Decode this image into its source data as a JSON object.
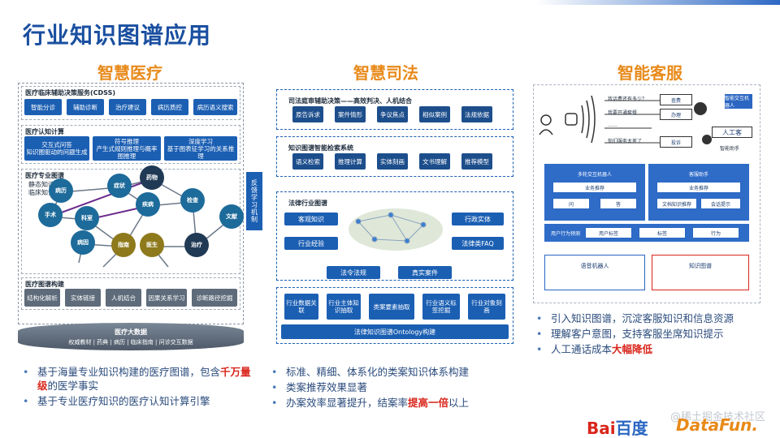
{
  "page": {
    "title": "行业知识图谱应用"
  },
  "sections": {
    "medical": {
      "title": "智慧医疗",
      "cdss": {
        "title": "医疗临床辅助决策服务(CDSS)",
        "items": [
          "智能分诊",
          "辅助诊断",
          "治疗建议",
          "病历质控",
          "病历语义搜索"
        ]
      },
      "cognitive": {
        "title": "医疗认知计算",
        "items": [
          "交互式问答\n知识图驱动的问题生成",
          "符号推理\n产生式规则推理与概率图推理",
          "深度学习\n基于图表征学习的关系推理"
        ]
      },
      "graph": {
        "title": "医疗专业图谱",
        "legend": [
          "静态知识",
          "临床知识"
        ],
        "nodes": [
          "病历",
          "症状",
          "药物",
          "疾病",
          "检查",
          "手术",
          "科室",
          "指南",
          "病因",
          "治疗",
          "医生",
          "文献"
        ]
      },
      "build": {
        "title": "医疗图谱构建",
        "items": [
          "结构化解析",
          "实体链接",
          "人机结合",
          "因果关系学习",
          "诊断路径挖掘"
        ]
      },
      "bigdata": {
        "title": "医疗大数据",
        "subtitle": "权威教材 | 药典 | 病历 | 临床指南 | 问诊交互数据"
      },
      "feedback": "反馈学习机制",
      "bullets": [
        "基于海量专业知识构建的医疗图谱，包含",
        "千万量级",
        "的医学事实",
        "基于专业医疗知识的医疗认知计算引擎"
      ]
    },
    "judicial": {
      "title": "智慧司法",
      "trial": {
        "title": "司法庭审辅助决策——高效判决、人机结合",
        "items": [
          "原告诉求",
          "案件情形",
          "争议焦点",
          "相似案例",
          "法规依据"
        ]
      },
      "search": {
        "title": "知识图谱智能检索系统",
        "items": [
          "语义检索",
          "推理计算",
          "实体刻画",
          "文书理解",
          "推荐模型"
        ]
      },
      "industry": {
        "title": "法律行业图谱",
        "items": [
          "客观知识",
          "行业经验",
          "行政实体",
          "法律类FAQ",
          "法令法规",
          "真实案件"
        ]
      },
      "ontology": {
        "items": [
          "行业数据关联",
          "行业主体知识抽取",
          "类案要素抽取",
          "行业语义标签挖掘",
          "行业对象刻画"
        ],
        "base": "法律知识图谱Ontology构建"
      },
      "bullets": [
        "标准、精细、体系化的类案知识体系构建",
        "类案推荐效果显著",
        "办案效率显著提升，结案率",
        "提高一倍",
        "以上"
      ]
    },
    "service": {
      "title": "智能客服",
      "dialogs": [
        "我话费还有多少？",
        "我要开通套餐",
        "……",
        "你们服务太差了"
      ],
      "actions": [
        "查费",
        "办理",
        "投诉"
      ],
      "robot_label": "智能交互机器人",
      "human": "人工客",
      "human2": "智能助手",
      "arch": {
        "left_title": "多轮交互机器人",
        "left_items": [
          "业务推荐",
          "问",
          "答"
        ],
        "right_title": "客服助手",
        "right_items": [
          "业务推荐",
          "文档知识推荐",
          "会话提示"
        ],
        "predict": "用户行为预测",
        "predict_items": [
          "用户标签",
          "标签",
          "行为"
        ],
        "bottom_left": "语音机器人",
        "bottom_right": "知识图谱"
      },
      "bullets": [
        "引入知识图谱，沉淀客服知识和信息资源",
        "理解客户意图，支持客服坐席知识提示",
        "人工通话成本",
        "大幅降低"
      ]
    }
  },
  "footer": {
    "watermark": "@稀土掘金技术社区",
    "logo1": "Bai",
    "logo1b": "百度",
    "logo2": "DataFun."
  },
  "colors": {
    "accent_orange": "#e88a1a",
    "primary_blue": "#1b5fb3",
    "title_blue": "#1a4fa0",
    "highlight_red": "#d9261c"
  }
}
